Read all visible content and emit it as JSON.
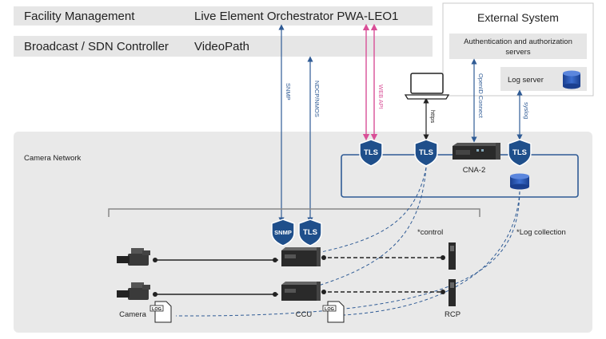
{
  "top_bars": {
    "facility": {
      "left": "Facility Management",
      "right": "Live Element Orchestrator PWA-LEO1"
    },
    "broadcast": {
      "left": "Broadcast / SDN Controller",
      "right": "VideoPath"
    }
  },
  "external_system": {
    "title": "External System",
    "auth_line1": "Authentication and authorization",
    "auth_line2": "servers",
    "log_server": "Log server"
  },
  "protocols": {
    "snmp": "SNMP",
    "ndcp": "NDCP/NMOS",
    "webapi": "WEB API",
    "https": "https",
    "openid": "OpenID Connect",
    "syslog": "syslog"
  },
  "camera_network": {
    "title": "Camera Network",
    "tls": "TLS",
    "snmp_badge": "SNMP",
    "cna": "CNA-2",
    "control": "*control",
    "log_collection": "*Log collection",
    "log_tag": "LOG"
  },
  "devices": {
    "camera": "Camera",
    "ccu": "CCU",
    "rcp": "RCP"
  },
  "colors": {
    "blue_line": "#2f5b95",
    "pink_line": "#d94f97",
    "shield": "#1f4f8b",
    "panel_gray": "#e9e9e9"
  }
}
